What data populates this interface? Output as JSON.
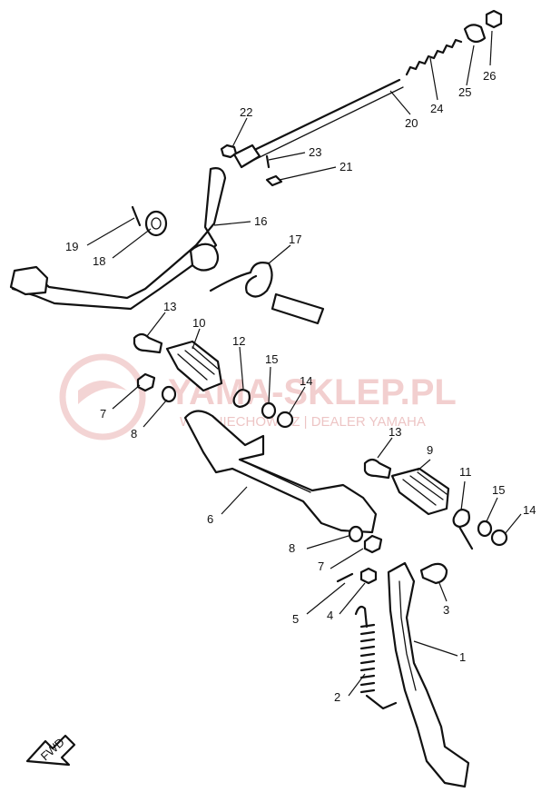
{
  "watermark": {
    "title": "YAMA-SKLEP.PL",
    "subtitle": "WÓDNIECHOW.CZ | DEALER YAMAHA",
    "color": "#e8a8a8"
  },
  "fwd_label": "FWD",
  "callouts": [
    {
      "id": "26",
      "label": "26"
    },
    {
      "id": "25",
      "label": "25"
    },
    {
      "id": "24",
      "label": "24"
    },
    {
      "id": "20",
      "label": "20"
    },
    {
      "id": "22",
      "label": "22"
    },
    {
      "id": "23",
      "label": "23"
    },
    {
      "id": "21",
      "label": "21"
    },
    {
      "id": "16",
      "label": "16"
    },
    {
      "id": "19",
      "label": "19"
    },
    {
      "id": "18",
      "label": "18"
    },
    {
      "id": "17",
      "label": "17"
    },
    {
      "id": "13a",
      "label": "13"
    },
    {
      "id": "10",
      "label": "10"
    },
    {
      "id": "12",
      "label": "12"
    },
    {
      "id": "15a",
      "label": "15"
    },
    {
      "id": "14a",
      "label": "14"
    },
    {
      "id": "7a",
      "label": "7"
    },
    {
      "id": "8a",
      "label": "8"
    },
    {
      "id": "13b",
      "label": "13"
    },
    {
      "id": "9",
      "label": "9"
    },
    {
      "id": "11",
      "label": "11"
    },
    {
      "id": "15b",
      "label": "15"
    },
    {
      "id": "14b",
      "label": "14"
    },
    {
      "id": "6",
      "label": "6"
    },
    {
      "id": "8b",
      "label": "8"
    },
    {
      "id": "7b",
      "label": "7"
    },
    {
      "id": "3",
      "label": "3"
    },
    {
      "id": "5",
      "label": "5"
    },
    {
      "id": "4",
      "label": "4"
    },
    {
      "id": "1",
      "label": "1"
    },
    {
      "id": "2",
      "label": "2"
    }
  ]
}
